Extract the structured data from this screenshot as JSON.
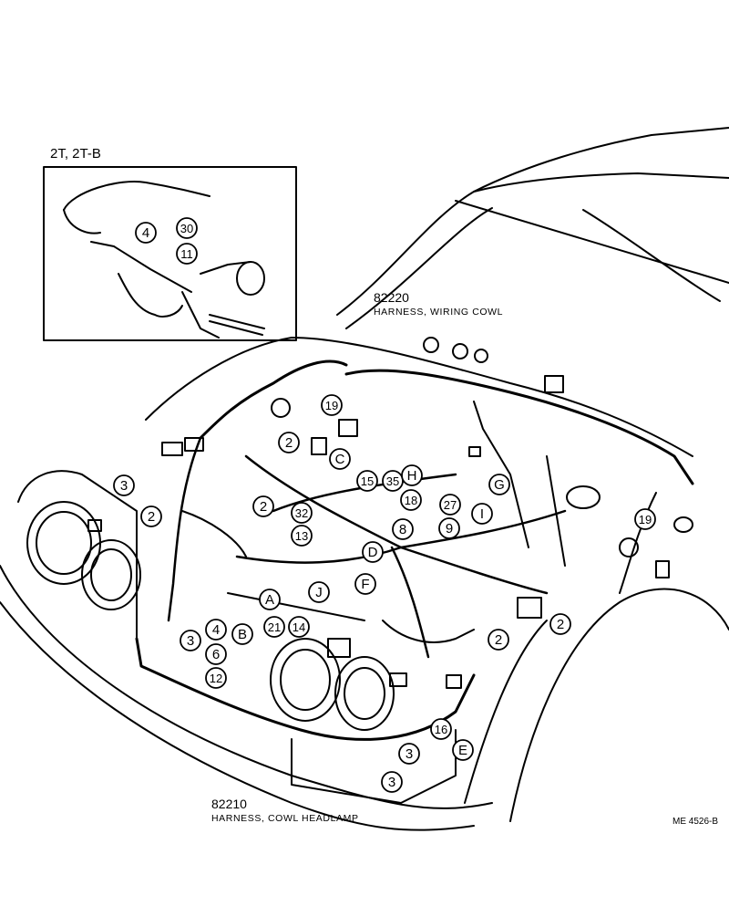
{
  "inset": {
    "label": "2T, 2T-B"
  },
  "parts": [
    {
      "id": "cowl",
      "number": "82220",
      "description": "HARNESS, WIRING COWL"
    },
    {
      "id": "headlamp",
      "number": "82210",
      "description": "HARNESS, COWL HEADLAMP"
    }
  ],
  "figure_ref": "ME 4526-B",
  "callouts": [
    {
      "t": "4",
      "inset": true
    },
    {
      "t": "30",
      "inset": true
    },
    {
      "t": "11",
      "inset": true
    },
    {
      "t": "3"
    },
    {
      "t": "2"
    },
    {
      "t": "2"
    },
    {
      "t": "2"
    },
    {
      "t": "19"
    },
    {
      "t": "C"
    },
    {
      "t": "15"
    },
    {
      "t": "35"
    },
    {
      "t": "H"
    },
    {
      "t": "G"
    },
    {
      "t": "18"
    },
    {
      "t": "27"
    },
    {
      "t": "I"
    },
    {
      "t": "32"
    },
    {
      "t": "8"
    },
    {
      "t": "9"
    },
    {
      "t": "19"
    },
    {
      "t": "13"
    },
    {
      "t": "D"
    },
    {
      "t": "J"
    },
    {
      "t": "F"
    },
    {
      "t": "A"
    },
    {
      "t": "3"
    },
    {
      "t": "4"
    },
    {
      "t": "B"
    },
    {
      "t": "6"
    },
    {
      "t": "12"
    },
    {
      "t": "21"
    },
    {
      "t": "14"
    },
    {
      "t": "2"
    },
    {
      "t": "2"
    },
    {
      "t": "16"
    },
    {
      "t": "3"
    },
    {
      "t": "E"
    },
    {
      "t": "3"
    }
  ]
}
